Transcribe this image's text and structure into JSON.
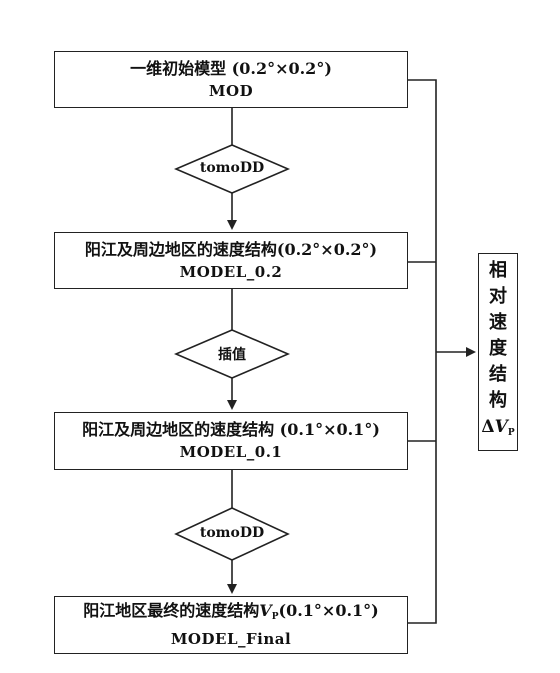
{
  "boxes": [
    {
      "title": "一维初始模型 (0.2°×0.2°)",
      "code": "MOD"
    },
    {
      "title": "阳江及周边地区的速度结构(0.2°×0.2°)",
      "code": "MODEL_0.2"
    },
    {
      "title": "阳江及周边地区的速度结构 (0.1°×0.1°)",
      "code": "MODEL_0.1"
    },
    {
      "title_pre": "阳江地区最终的速度结构",
      "title_var": "V",
      "title_sub": "P",
      "title_post": "(0.1°×0.1°)",
      "code": "MODEL_Final"
    }
  ],
  "steps": [
    {
      "label": "tomoDD"
    },
    {
      "label": "插值"
    },
    {
      "label": "tomoDD"
    }
  ],
  "side": {
    "chars": [
      "相",
      "对",
      "速",
      "度",
      "结",
      "构"
    ],
    "delta": "Δ",
    "var": "V",
    "sub": "P"
  }
}
